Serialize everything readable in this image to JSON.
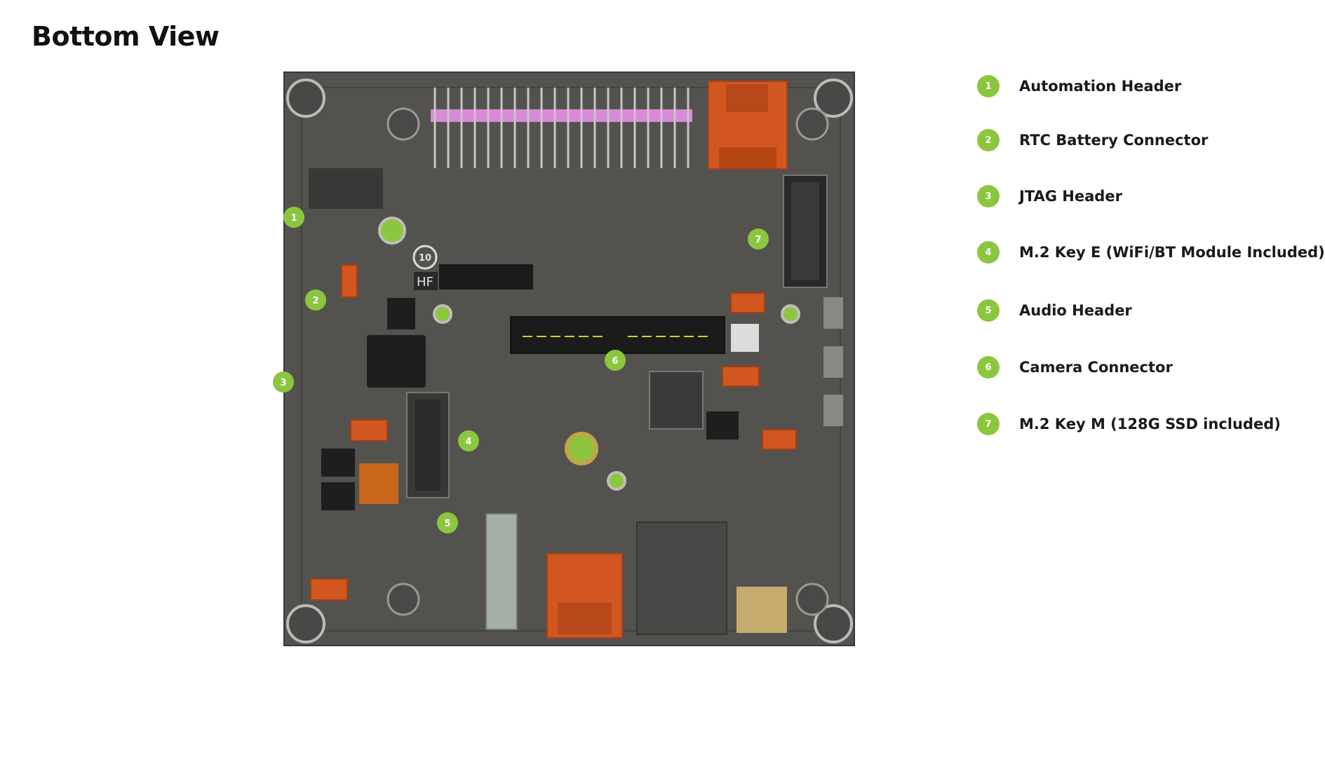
{
  "title": "Bottom View",
  "colors": {
    "accent": "#8cc63f",
    "pcb": "#54524f",
    "pcb_edge": "#3e3c3a",
    "orange": "#d2561f",
    "pink": "#d98ad8",
    "chip": "#1e1e1e"
  },
  "legend": [
    {
      "number": "1",
      "label": "Automation Header"
    },
    {
      "number": "2",
      "label": "RTC Battery Connector"
    },
    {
      "number": "3",
      "label": "JTAG Header"
    },
    {
      "number": "4",
      "label": "M.2 Key E (WiFi/BT Module Included)"
    },
    {
      "number": "5",
      "label": "Audio Header"
    },
    {
      "number": "6",
      "label": "Camera Connector"
    },
    {
      "number": "7",
      "label": "M.2 Key M (128G SSD included)"
    }
  ],
  "callouts": [
    {
      "number": "1"
    },
    {
      "number": "2"
    },
    {
      "number": "3"
    },
    {
      "number": "4"
    },
    {
      "number": "5"
    },
    {
      "number": "6"
    },
    {
      "number": "7"
    }
  ],
  "silkscreen": {
    "hf": "HF",
    "recycle": "10"
  }
}
